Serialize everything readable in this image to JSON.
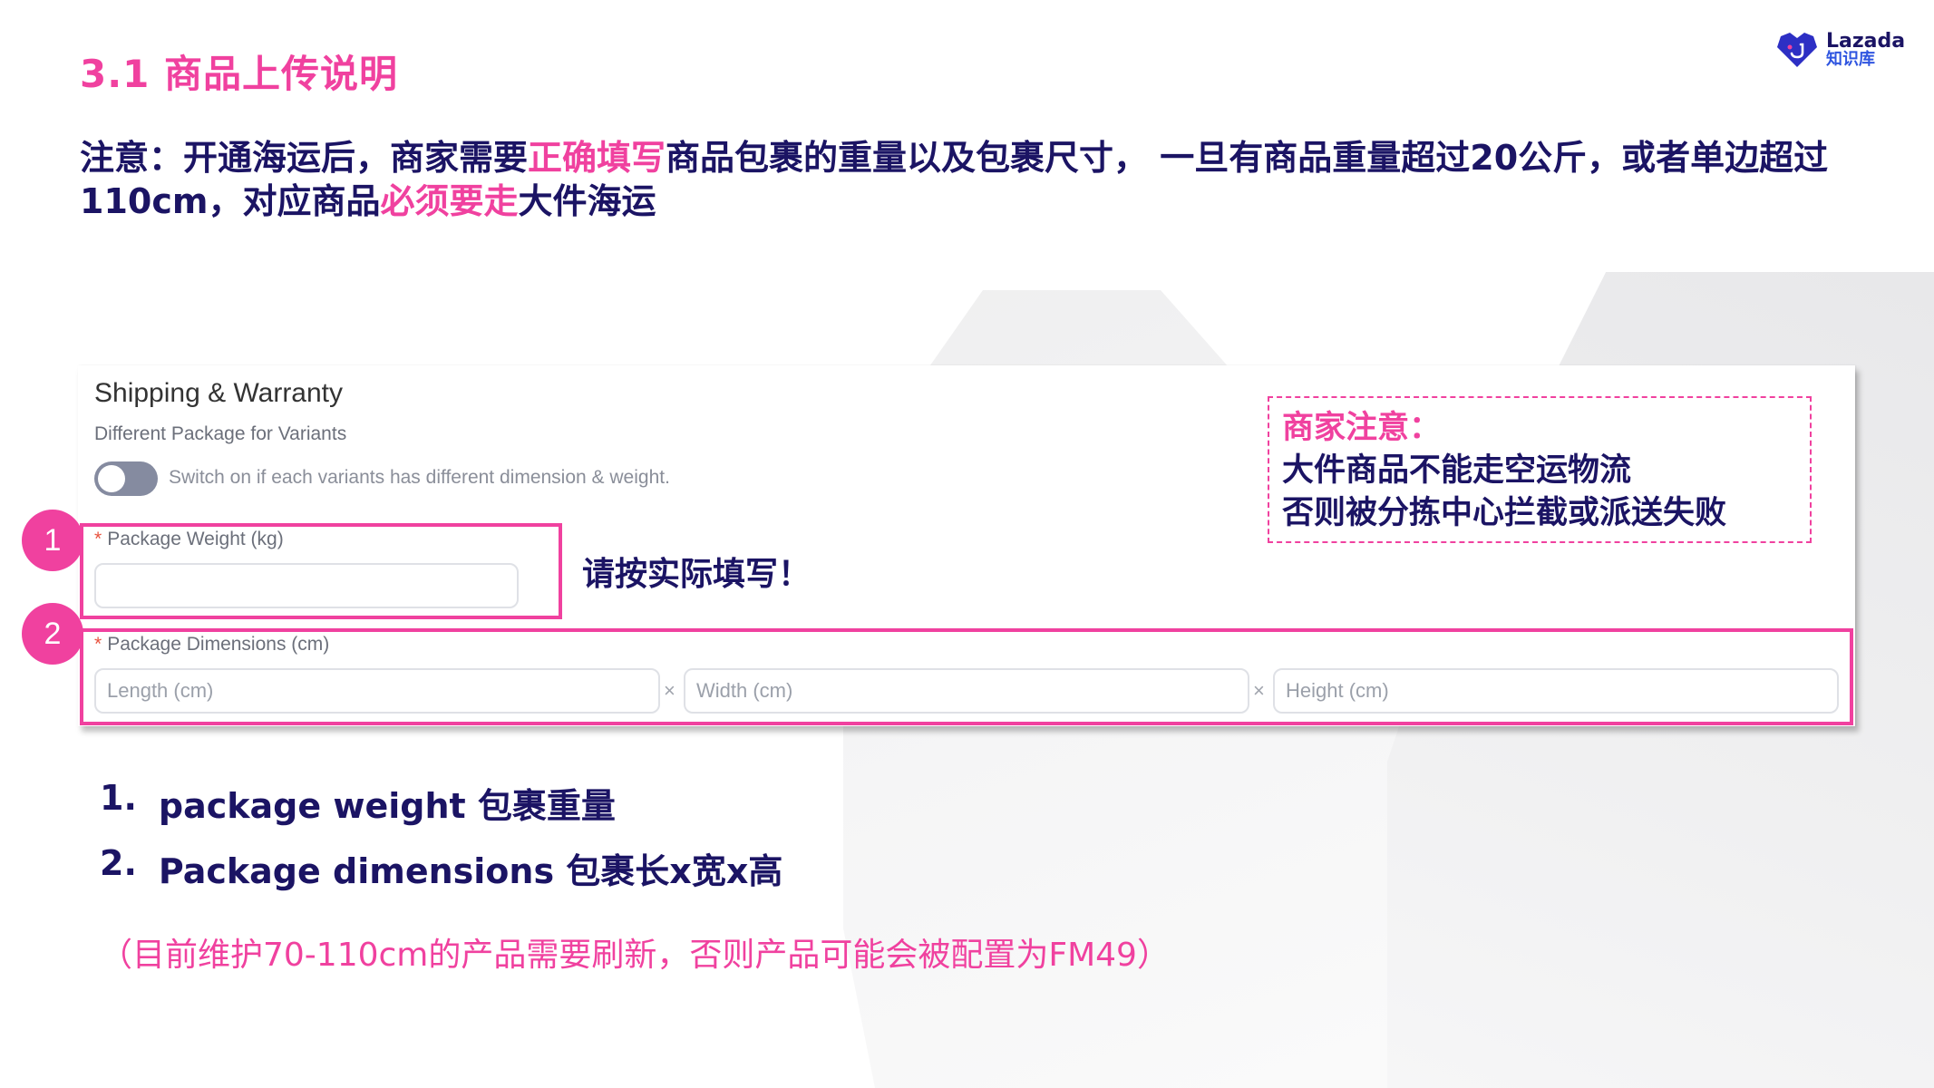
{
  "header": {
    "title": "3.1 商品上传说明",
    "logo": {
      "brand": "Lazada",
      "sub": "知识库",
      "icon": "lazada-heart-icon",
      "color": "#2d2fc4"
    }
  },
  "notice": {
    "part1": "注意：开通海运后，商家需要",
    "highlight1": "正确填写",
    "part2": "商品包裹的重量以及包裹尺寸， 一旦有商品重量超过20公斤，或者单边超过110cm，对应商品",
    "highlight2": "必须要走",
    "part3": "大件海运"
  },
  "panel": {
    "title": "Shipping & Warranty",
    "subtitle": "Different Package for Variants",
    "toggle": {
      "state": "off",
      "hint": "Switch on if each variants has different dimension & weight."
    },
    "weight": {
      "required_mark": "*",
      "label": "Package Weight (kg)",
      "value": "",
      "placeholder": ""
    },
    "dimensions": {
      "required_mark": "*",
      "label": "Package Dimensions (cm)",
      "separator": "×",
      "fields": [
        {
          "placeholder": "Length (cm)",
          "value": ""
        },
        {
          "placeholder": "Width (cm)",
          "value": ""
        },
        {
          "placeholder": "Height (cm)",
          "value": ""
        }
      ]
    }
  },
  "annotations": {
    "badge1": "1",
    "badge2": "2",
    "fill_hint": "请按实际填写！",
    "warning": {
      "title": "商家注意：",
      "line1": "大件商品不能走空运物流",
      "line2": "否则被分拣中心拦截或派送失败"
    }
  },
  "list": [
    {
      "num": "1.",
      "text": "package weight 包裹重量"
    },
    {
      "num": "2.",
      "text": "Package dimensions 包裹长x宽x高"
    }
  ],
  "bottom_note": "（目前维护70-110cm的产品需要刷新，否则产品可能会被配置为FM49）",
  "colors": {
    "accent": "#f0419f",
    "navy": "#1b1464",
    "toggle_off": "#858ba0"
  }
}
